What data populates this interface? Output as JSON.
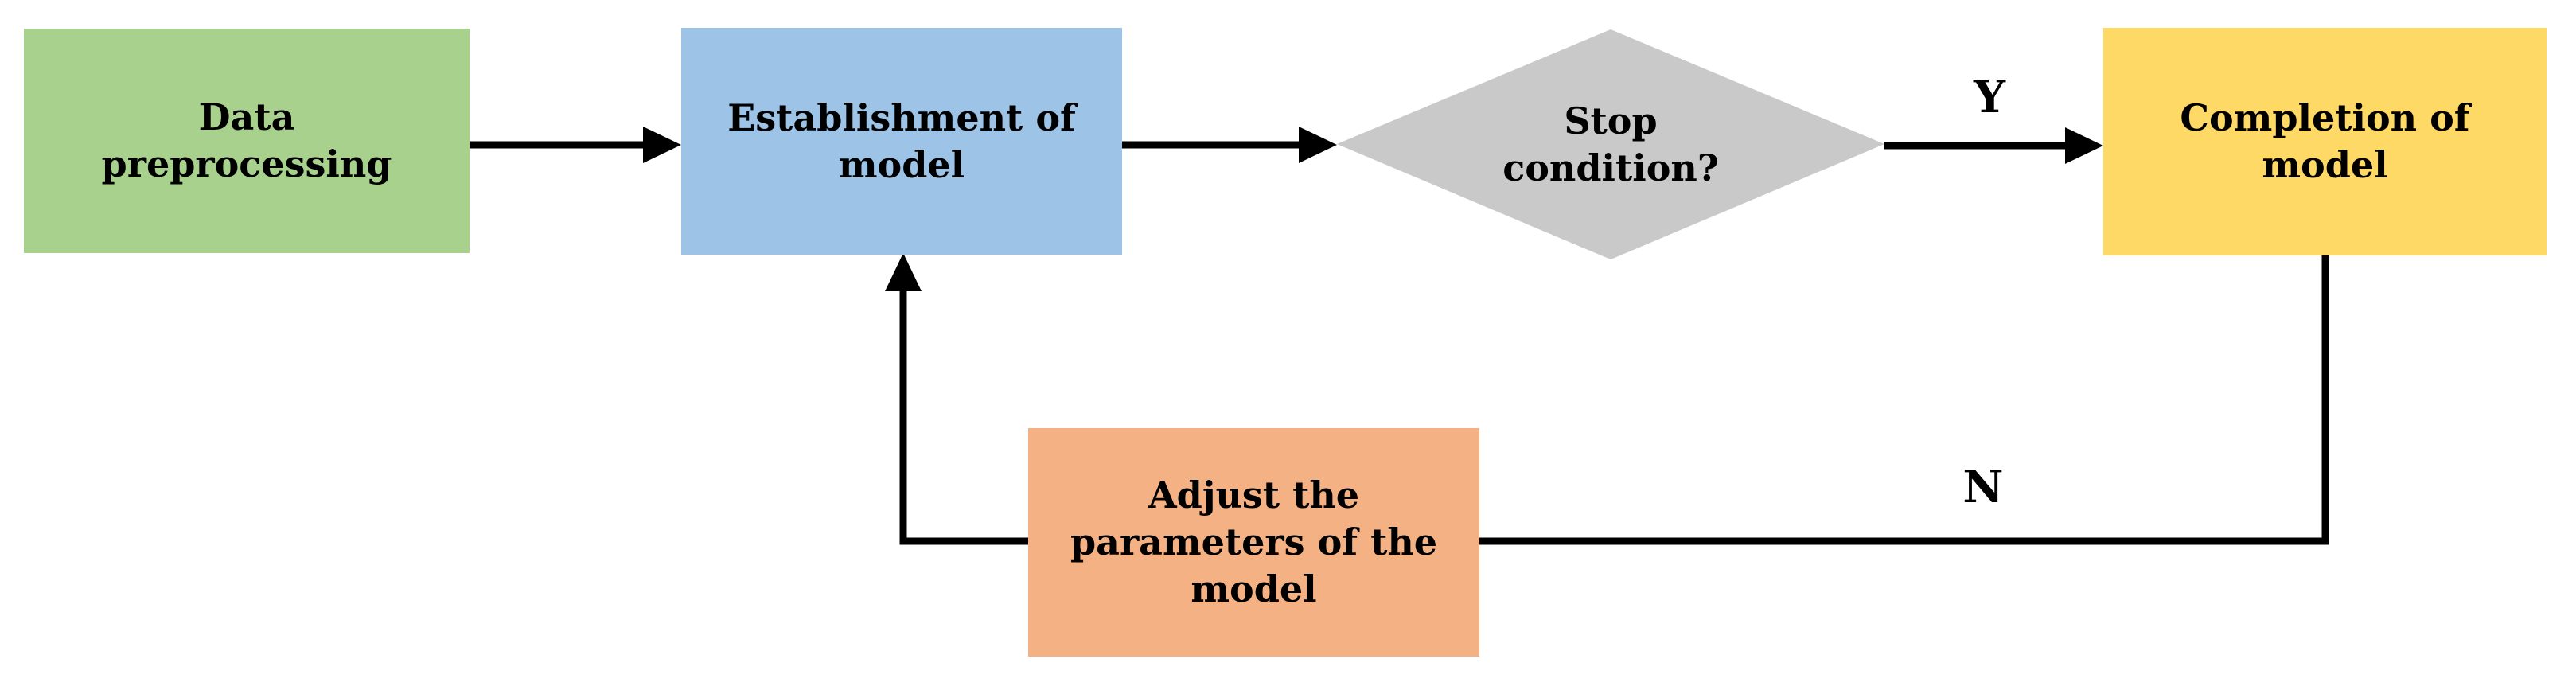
{
  "diagram_type": "flowchart",
  "palette": {
    "green": "#A9D18E",
    "blue": "#9DC3E6",
    "gray": "#C9C9C9",
    "yellow": "#FFD966",
    "orange": "#F4B183",
    "edge": "#000000",
    "text": "#000000",
    "background": "#FFFFFF"
  },
  "nodes": {
    "data_preprocessing": {
      "label": "Data\npreprocessing",
      "shape": "rectangle",
      "color": "#A9D18E"
    },
    "establishment_of_model": {
      "label": "Establishment of\nmodel",
      "shape": "rectangle",
      "color": "#9DC3E6"
    },
    "stop_condition": {
      "label": "Stop\ncondition?",
      "shape": "diamond",
      "color": "#C9C9C9"
    },
    "completion_of_model": {
      "label": "Completion of\nmodel",
      "shape": "rectangle",
      "color": "#FFD966"
    },
    "adjust_parameters": {
      "label": "Adjust the\nparameters of the\nmodel",
      "shape": "rectangle",
      "color": "#F4B183"
    }
  },
  "edges": {
    "color": "#000000",
    "labels": {
      "yes": "Y",
      "no": "N"
    },
    "list": [
      {
        "from": "data_preprocessing",
        "to": "establishment_of_model",
        "label": "",
        "arrowhead": true
      },
      {
        "from": "establishment_of_model",
        "to": "stop_condition",
        "label": "",
        "arrowhead": true
      },
      {
        "from": "stop_condition",
        "to": "completion_of_model",
        "label": "Y",
        "arrowhead": true
      },
      {
        "from": "completion_of_model",
        "to": "adjust_parameters",
        "label": "N",
        "arrowhead": false
      },
      {
        "from": "adjust_parameters",
        "to": "establishment_of_model",
        "label": "",
        "arrowhead": true
      }
    ]
  }
}
